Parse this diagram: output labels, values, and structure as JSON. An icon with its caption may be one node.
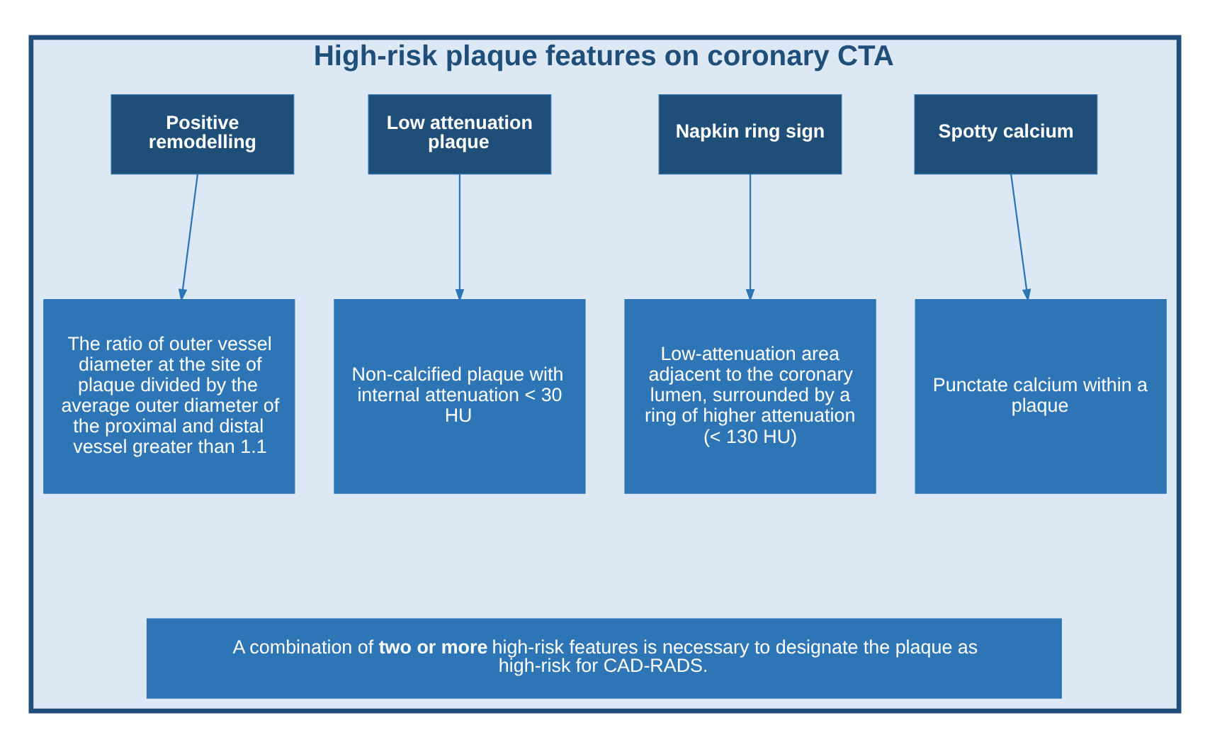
{
  "diagram": {
    "nodes": [
      {
        "text": [
          "High-risk plaque features on coronary CTA"
        ]
      },
      {
        "text": [
          "Positive remodelling"
        ],
        "in": 0
      },
      {
        "text": [
          "Low attenuation plaque"
        ],
        "in": 0
      },
      {
        "text": [
          "Napkin ring sign"
        ],
        "in": 0
      },
      {
        "text": [
          "Spotty calcium"
        ],
        "in": 0
      },
      {
        "text": [
          "The ratio of outer vessel diameter at the site of plaque divided by the average outer diameter of the proximal and distal vessel greater than 1.1"
        ],
        "in": 0
      },
      {
        "text": [
          "Non-calcified plaque with internal attenuation < 30 HU"
        ],
        "in": 0
      },
      {
        "text": [
          "Low-attenuation area adjacent to the coronary lumen, surrounded by a ring of higher attenuation (< 130 HU)"
        ],
        "in": 0
      },
      {
        "text": [
          "Punctate calcium within a plaque"
        ],
        "in": 0
      },
      {
        "text": [
          "A combination of **two or more** high-risk features is necessary to designate the plaque as high-risk for CAD-RADS."
        ],
        "in": 0
      }
    ],
    "edges": [
      {
        "from": 1,
        "to": 5,
        "arrow": "to"
      },
      {
        "from": 2,
        "to": 6,
        "arrow": "to"
      },
      {
        "from": 3,
        "to": 7,
        "arrow": "to"
      },
      {
        "from": 4,
        "to": 8,
        "arrow": "to"
      }
    ]
  }
}
